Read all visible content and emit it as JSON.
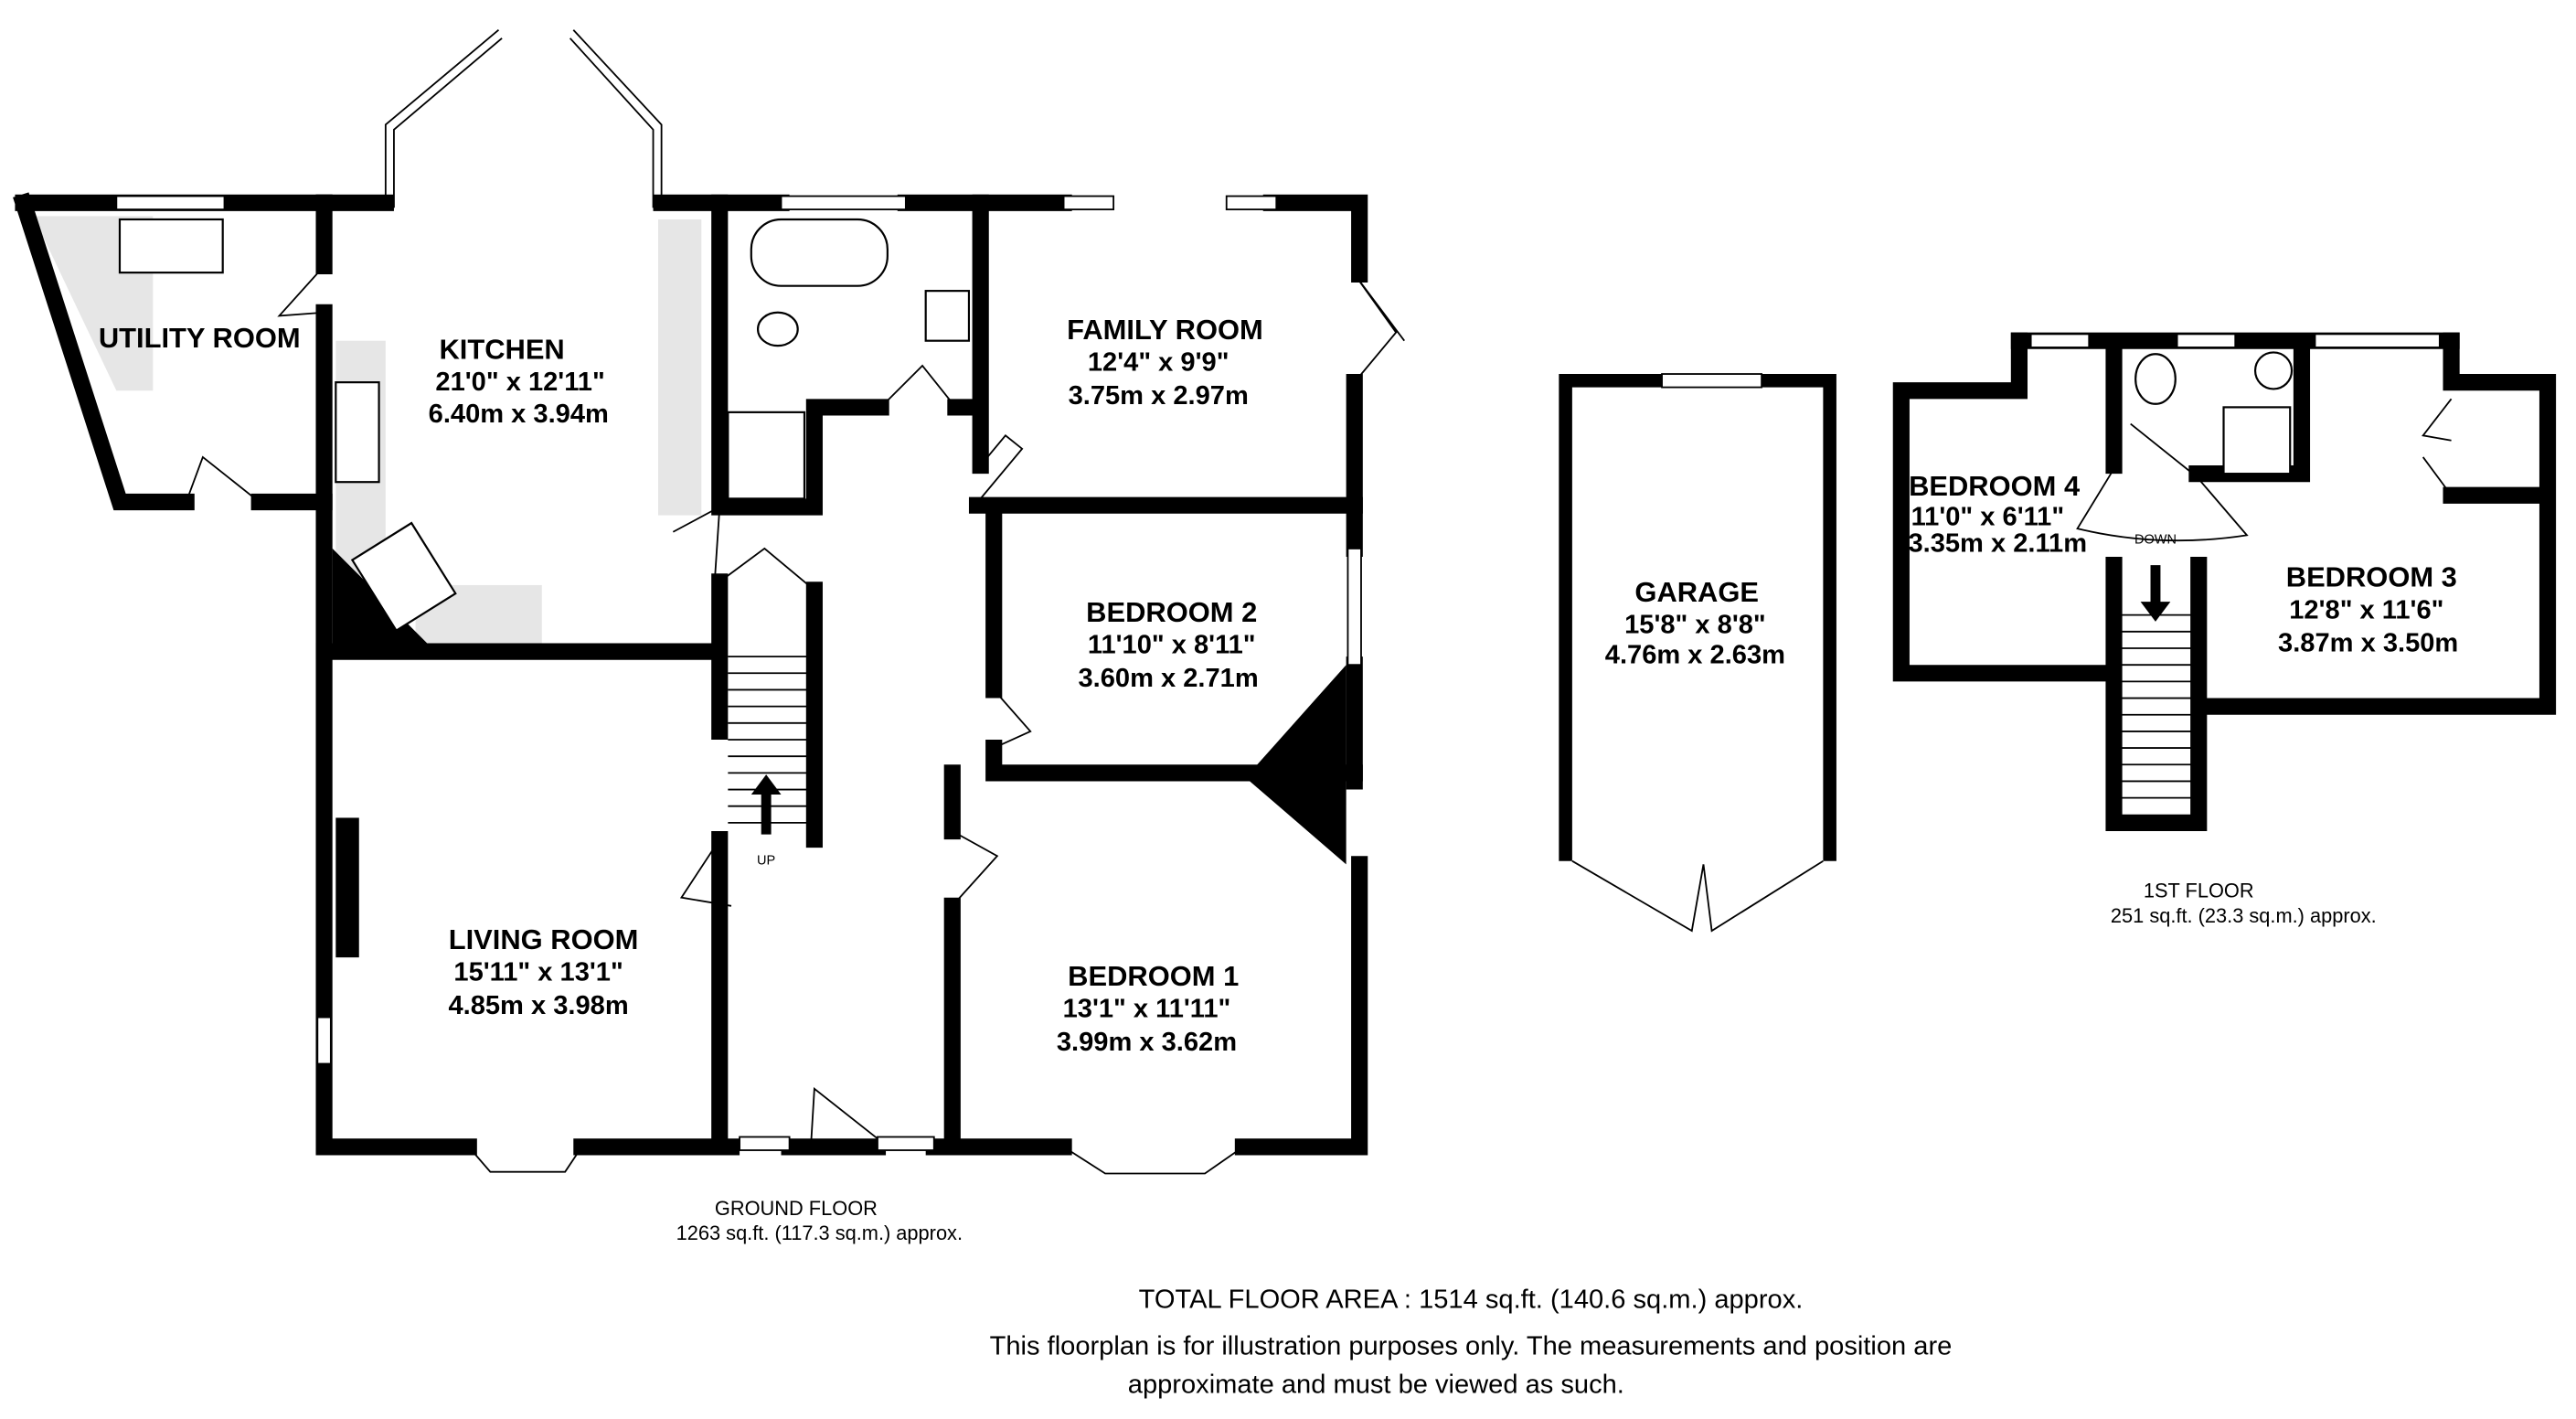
{
  "ground_floor": {
    "label": "GROUND FLOOR",
    "area": "1263 sq.ft. (117.3 sq.m.) approx.",
    "rooms": {
      "utility": {
        "name": "UTILITY ROOM"
      },
      "kitchen": {
        "name": "KITCHEN",
        "imperial": "21'0\"  x 12'11\"",
        "metric": "6.40m  x 3.94m"
      },
      "family": {
        "name": "FAMILY ROOM",
        "imperial": "12'4\"  x 9'9\"",
        "metric": "3.75m  x 2.97m"
      },
      "bedroom2": {
        "name": "BEDROOM 2",
        "imperial": "11'10\"  x 8'11\"",
        "metric": "3.60m  x 2.71m"
      },
      "living": {
        "name": "LIVING ROOM",
        "imperial": "15'11\"  x 13'1\"",
        "metric": "4.85m  x 3.98m"
      },
      "bedroom1": {
        "name": "BEDROOM 1",
        "imperial": "13'1\"  x 11'11\"",
        "metric": "3.99m  x 3.62m"
      }
    },
    "stairs_label": "UP"
  },
  "garage": {
    "name": "GARAGE",
    "imperial": "15'8\"  x 8'8\"",
    "metric": "4.76m  x 2.63m"
  },
  "first_floor": {
    "label": "1ST FLOOR",
    "area": "251 sq.ft. (23.3 sq.m.) approx.",
    "rooms": {
      "bedroom4": {
        "name": "BEDROOM 4",
        "imperial": "11'0\"  x 6'11\"",
        "metric": "3.35m  x 2.11m"
      },
      "bedroom3": {
        "name": "BEDROOM 3",
        "imperial": "12'8\"  x 11'6\"",
        "metric": "3.87m  x 3.50m"
      }
    },
    "stairs_label": "DOWN"
  },
  "footer": {
    "total": "TOTAL FLOOR AREA : 1514 sq.ft. (140.6 sq.m.) approx.",
    "disclaimer_1": "This floorplan is for illustration purposes only. The measurements and position are",
    "disclaimer_2": "approximate and must be viewed as such."
  }
}
